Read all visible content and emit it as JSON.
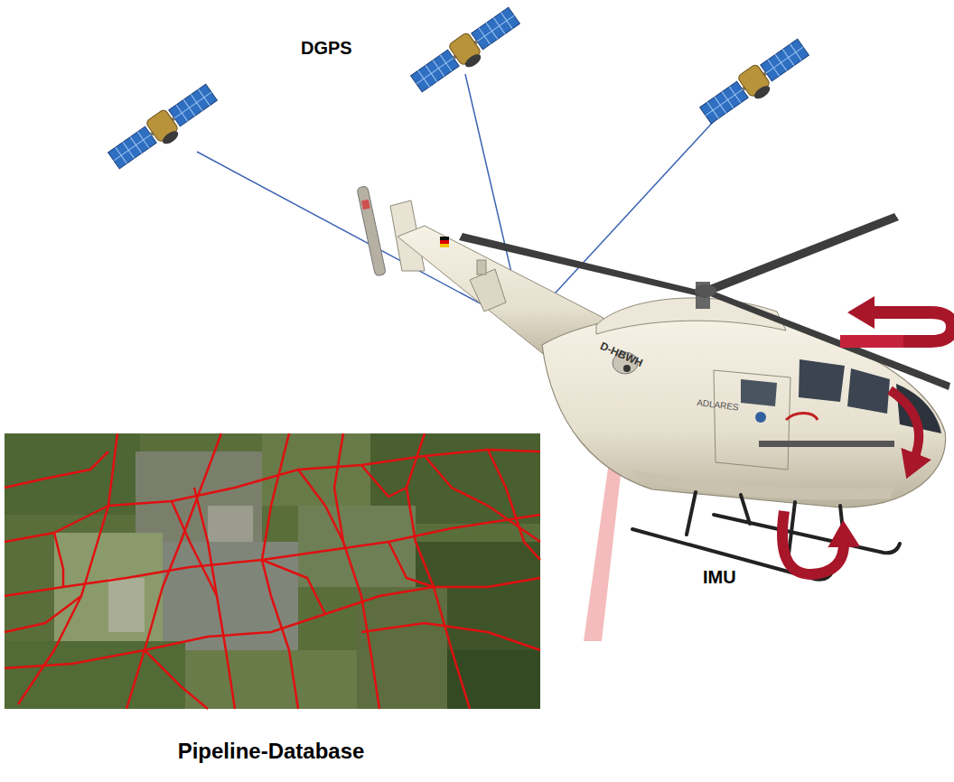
{
  "diagram": {
    "labels": [
      "DGPS",
      "IMU",
      "Pipeline-Database",
      "D-HBWH",
      "ADLARES"
    ]
  }
}
